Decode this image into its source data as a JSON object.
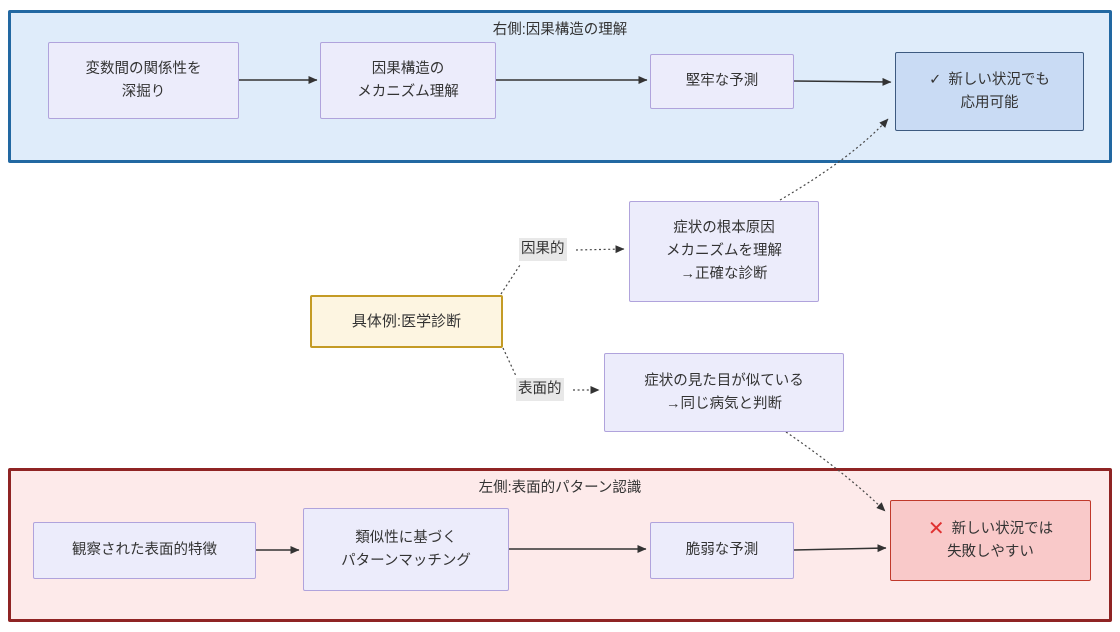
{
  "sections": {
    "causal": {
      "title": "右側:因果構造の理解",
      "nodes": {
        "deep_dive": {
          "line1": "変数間の関係性を",
          "line2": "深掘り"
        },
        "mechanism": {
          "line1": "因果構造の",
          "line2": "メカニズム理解"
        },
        "robust": {
          "line1": "堅牢な予測"
        },
        "applicable": {
          "icon": "✓",
          "line1": "新しい状況でも",
          "line2": "応用可能"
        }
      }
    },
    "pattern": {
      "title": "左側:表面的パターン認識",
      "nodes": {
        "observed": {
          "line1": "観察された表面的特徴"
        },
        "matching": {
          "line1": "類似性に基づく",
          "line2": "パターンマッチング"
        },
        "fragile": {
          "line1": "脆弱な予測"
        },
        "fails": {
          "icon": "✕",
          "line1": "新しい状況では",
          "line2": "失敗しやすい"
        }
      }
    },
    "example": {
      "source": {
        "label": "具体例:医学診断"
      },
      "edge_labels": {
        "causal": "因果的",
        "surface": "表面的"
      },
      "causal_outcome": {
        "line1": "症状の根本原因",
        "line2": "メカニズムを理解",
        "line3": "→正確な診断"
      },
      "surface_outcome": {
        "line1": "症状の見た目が似ている",
        "line2": "→同じ病気と判断"
      }
    }
  },
  "colors": {
    "causal_container_fill": "#dfecfa",
    "causal_container_border": "#2268a2",
    "pattern_container_fill": "#fdeaea",
    "pattern_container_border": "#8f2424",
    "node_fill": "#ececfb",
    "node_border": "#b0a3dc",
    "success_fill": "#c9dbf4",
    "success_border": "#3d5a80",
    "failure_fill": "#f9c9c9",
    "failure_border": "#c0392b",
    "example_fill": "#fdf5e1",
    "example_border": "#c49b25",
    "check_color": "#333333",
    "cross_color": "#e03131",
    "edge_label_bg": "#e8e8e8",
    "solid_edge": "#333333",
    "dotted_edge": "#474747",
    "text": "#333333"
  }
}
